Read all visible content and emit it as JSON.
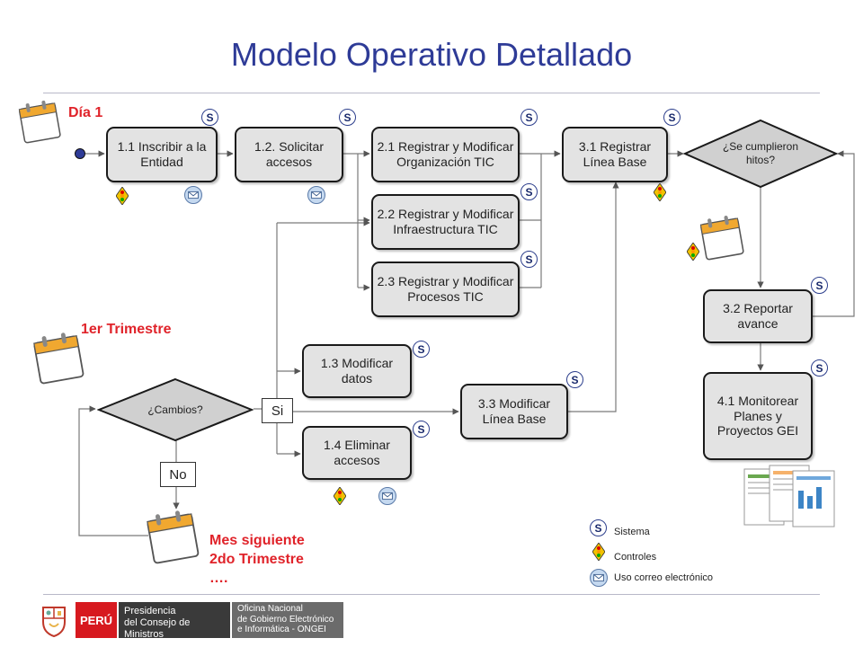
{
  "title": "Modelo Operativo Detallado",
  "labels": {
    "dia1": "Día 1",
    "trimestre1": "1er Trimestre",
    "mes_siguiente_1": "Mes siguiente",
    "mes_siguiente_2": "2do Trimestre",
    "mes_siguiente_3": "…."
  },
  "process": {
    "p1_1": "1.1 Inscribir a la Entidad",
    "p1_2": "1.2. Solicitar accesos",
    "p2_1": "2.1 Registrar y Modificar Organización TIC",
    "p2_2": "2.2 Registrar y Modificar Infraestructura TIC",
    "p2_3": "2.3 Registrar y Modificar Procesos TIC",
    "p3_1": "3.1 Registrar Línea Base",
    "p3_2": "3.2 Reportar avance",
    "p4_1": "4.1 Monitorear Planes y Proyectos GEI",
    "p1_3": "1.3 Modificar datos",
    "p1_4": "1.4 Eliminar accesos",
    "p3_3": "3.3 Modificar Línea Base"
  },
  "decisions": {
    "cumplieron": "¿Se cumplieron hitos?",
    "cambios": "¿Cambios?",
    "si": "Si",
    "no": "No"
  },
  "icons": {
    "system_letter": "S",
    "system_icon": "system-icon",
    "controls_icon": "traffic-light-icon",
    "email_icon": "email-icon",
    "calendar_icon": "calendar-icon"
  },
  "legend": {
    "sistema": "Sistema",
    "controles": "Controles",
    "correo": "Uso correo electrónico"
  },
  "footer": {
    "peru": "PERÚ",
    "pcm_line1": "Presidencia",
    "pcm_line2": "del Consejo de Ministros",
    "ongei_line1": "Oficina Nacional",
    "ongei_line2": "de Gobierno Electrónico",
    "ongei_line3": "e Informática - ONGEI"
  },
  "colors": {
    "title": "#2e3b97",
    "red_labels": "#e0232a",
    "box_fill": "#e3e3e3",
    "system_ring": "#2c3e8c"
  }
}
